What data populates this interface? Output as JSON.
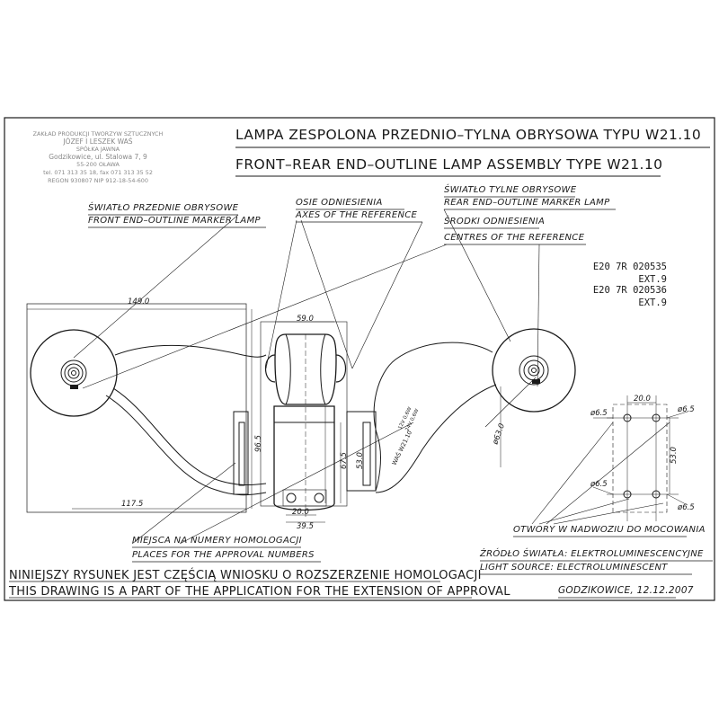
{
  "stamp": {
    "lines": [
      "ZAKŁAD PRODUKCJI TWORZYW SZTUCZNYCH",
      "JÓZEF I LESZEK WAŚ",
      "SPÓŁKA JAWNA",
      "Godzikowice, ul. Stalowa 7, 9",
      "55-200 OŁAWA",
      "tel. 071 313 35 18, fax 071 313 35 52",
      "REGON 930807 NIP 912-18-54-600"
    ]
  },
  "title_pl": "LAMPA ZESPOLONA PRZEDNIO–TYLNA OBRYSOWA TYPU W21.10",
  "title_en": "FRONT–REAR END–OUTLINE LAMP ASSEMBLY TYPE W21.10",
  "labels": {
    "front_pl": "ŚWIATŁO PRZEDNIE OBRYSOWE",
    "front_en": "FRONT END–OUTLINE MARKER LAMP",
    "axes_pl": "OSIE ODNIESIENIA",
    "axes_en": "AXES OF THE REFERENCE",
    "rear_pl": "ŚWIATŁO TYLNE OBRYSOWE",
    "rear_en": "REAR END–OUTLINE MARKER LAMP",
    "centres_pl": "ŚRODKI ODNIESIENIA",
    "centres_en": "CENTRES OF THE REFERENCE",
    "places_pl": "MIEJSCA NA NUMERY HOMOLOGACJI",
    "places_en": "PLACES FOR THE APPROVAL NUMBERS",
    "holes_pl": "OTWORY W NADWOZIU DO MOCOWANIA",
    "source_pl": "ŹRÓDŁO ŚWIATŁA: ELEKTROLUMINESCENCYJNE",
    "source_en": "LIGHT SOURCE: ELECTROLUMINESCENT"
  },
  "approval": {
    "line1": "E20 7R 020535",
    "line2": "EXT.9",
    "line3": "E20 7R 020536",
    "line4": "EXT.9"
  },
  "dimensions": {
    "d149": "149.0",
    "d59": "59.0",
    "d96": "96.5",
    "d117": "117.5",
    "d67": "67.5",
    "d53a": "53.0",
    "d20a": "20.0",
    "d39": "39.5",
    "d63": "ø63.0",
    "d20b": "20.0",
    "d53b": "53.0",
    "d65a": "ø6.5",
    "d65b": "ø6.5",
    "d65c": "ø6.5",
    "d65d": "ø6.5"
  },
  "body_text": {
    "marking": "WAŚ W21.10",
    "voltage1": "12V 0,6W",
    "voltage2": "24V 0,6W"
  },
  "note_pl": "NINIEJSZY RYSUNEK JEST CZĘŚCIĄ WNIOSKU O ROZSZERZENIE HOMOLOGACJI",
  "note_en": "THIS DRAWING IS A PART OF THE APPLICATION FOR THE EXTENSION OF APPROVAL",
  "date": "GODZIKOWICE, 12.12.2007"
}
